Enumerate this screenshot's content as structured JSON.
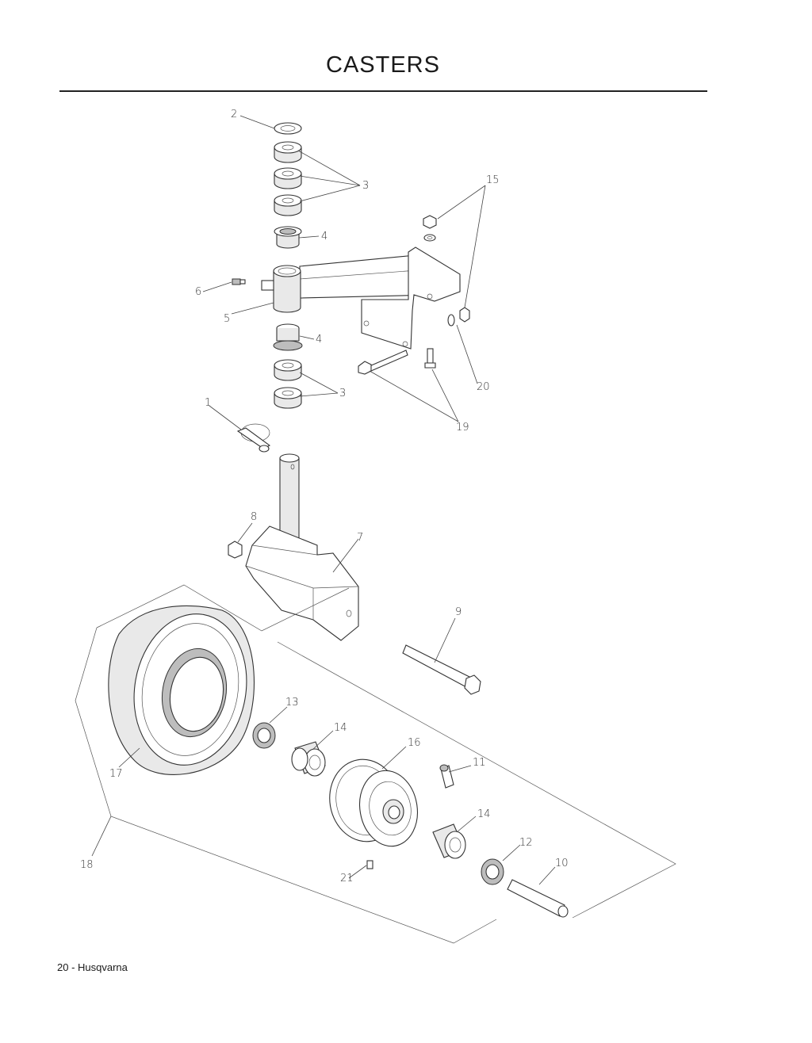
{
  "title": "CASTERS",
  "footer": "20 - Husqvarna",
  "callouts": {
    "c1": "1",
    "c2": "2",
    "c3a": "3",
    "c3b": "3",
    "c4a": "4",
    "c4b": "4",
    "c5": "5",
    "c6": "6",
    "c7": "7",
    "c8": "8",
    "c9": "9",
    "c10": "10",
    "c11": "11",
    "c12": "12",
    "c13": "13",
    "c14a": "14",
    "c14b": "14",
    "c15": "15",
    "c16": "16",
    "c17": "17",
    "c18": "18",
    "c19": "19",
    "c20": "20",
    "c21": "21"
  }
}
